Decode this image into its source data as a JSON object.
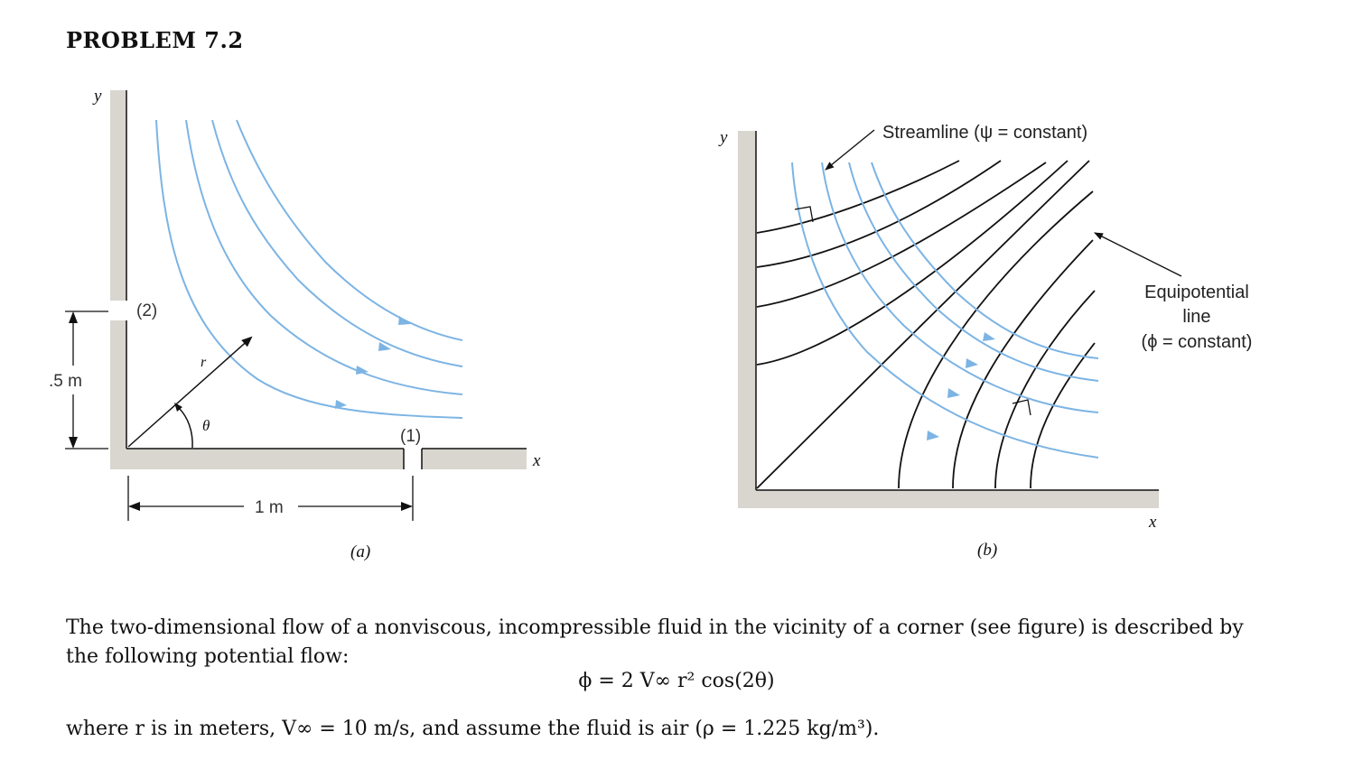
{
  "problem_title": "PROBLEM 7.2",
  "figure_a": {
    "axis_y": "y",
    "axis_x": "x",
    "section_2": "(2)",
    "section_1": "(1)",
    "dim_vertical": ".5 m",
    "dim_horizontal": "1 m",
    "radius_label": "r",
    "angle_label": "θ",
    "caption": "(a)"
  },
  "figure_b": {
    "axis_y": "y",
    "axis_x": "x",
    "streamline_label": "Streamline (ψ = constant)",
    "equipotential_line1": "Equipotential",
    "equipotential_line2": "line",
    "equipotential_line3": "(ϕ  = constant)",
    "caption": "(b)"
  },
  "text": {
    "line1": "The two-dimensional flow of a nonviscous, incompressible fluid in the vicinity of a corner (see figure) is described by",
    "line2": "the following potential flow:",
    "equation": "ϕ = 2 V∞ r² cos(2θ)",
    "line3": "where r is in meters, V∞ = 10 m/s, and assume the fluid is air (ρ = 1.225 kg/m³)."
  },
  "colors": {
    "streamline": "#7cb4e4",
    "wall": "#d9d6d0",
    "ink": "#111111"
  }
}
